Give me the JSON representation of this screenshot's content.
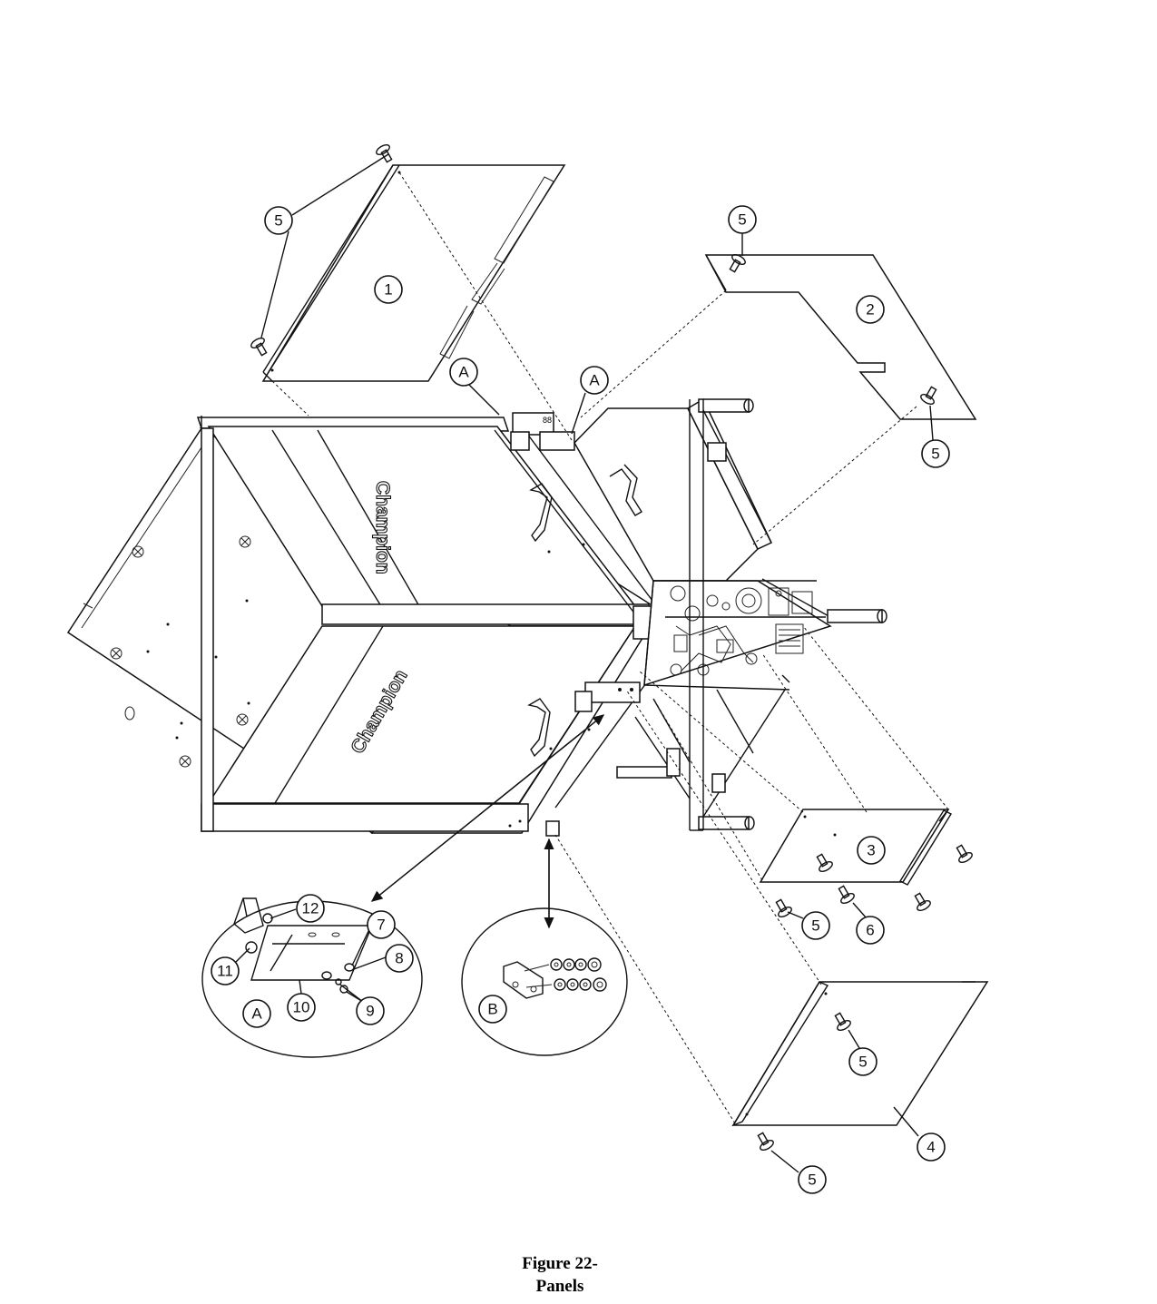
{
  "figure": {
    "caption_line1": "Figure 22-",
    "caption_line2": "Panels"
  },
  "brand_labels": [
    "Champion",
    "Champion"
  ],
  "callouts": {
    "c5a": "5",
    "c1": "1",
    "c5b": "5",
    "c2": "2",
    "c5c": "5",
    "cA1": "A",
    "cA2": "A",
    "c3": "3",
    "c5d": "5",
    "c6": "6",
    "c5e": "5",
    "c4": "4",
    "c5f": "5",
    "c12": "12",
    "c7": "7",
    "c11": "11",
    "c8": "8",
    "c10": "10",
    "c9": "9",
    "cAdet": "A",
    "cBdet": "B"
  },
  "colors": {
    "line": "#111111",
    "background": "#ffffff"
  }
}
